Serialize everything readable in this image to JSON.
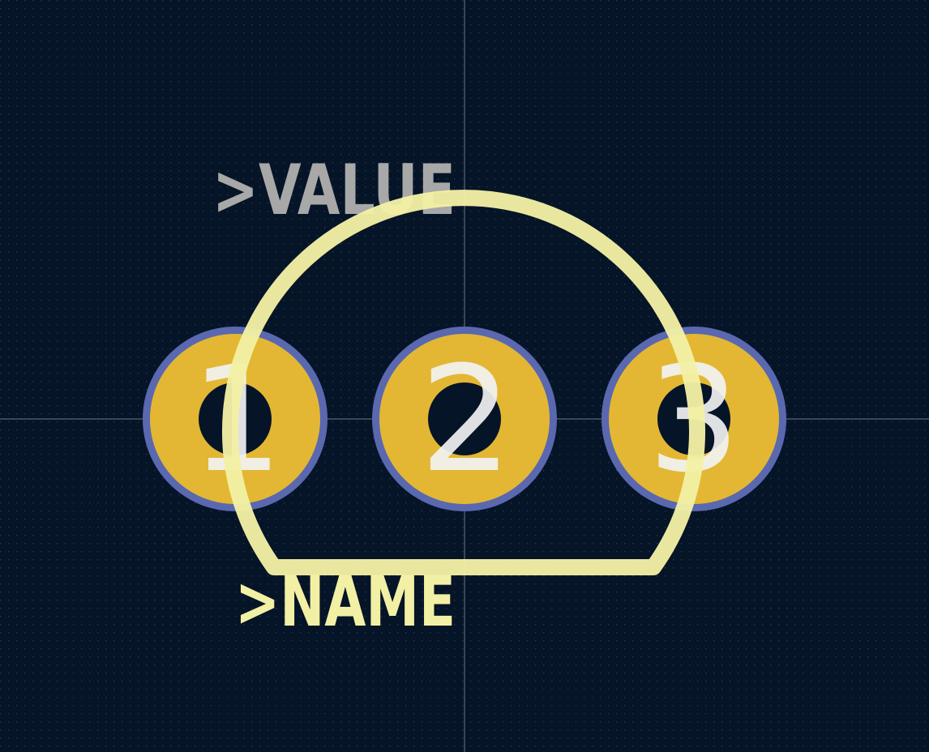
{
  "footprint": {
    "value_label": ">VALUE",
    "name_label": ">NAME",
    "pads": [
      {
        "number": "1"
      },
      {
        "number": "2"
      },
      {
        "number": "3"
      }
    ]
  },
  "colors": {
    "background": "#061428",
    "grid_dot": "#2a3a52",
    "crosshair": "#6c7a90",
    "pad_copper": "#e3b733",
    "pad_ring": "#5a68b0",
    "drill_hole": "#061428",
    "pad_number": "#f2f2f2",
    "silkscreen": "#f2f0a4",
    "value_text": "#a8a8a8"
  }
}
